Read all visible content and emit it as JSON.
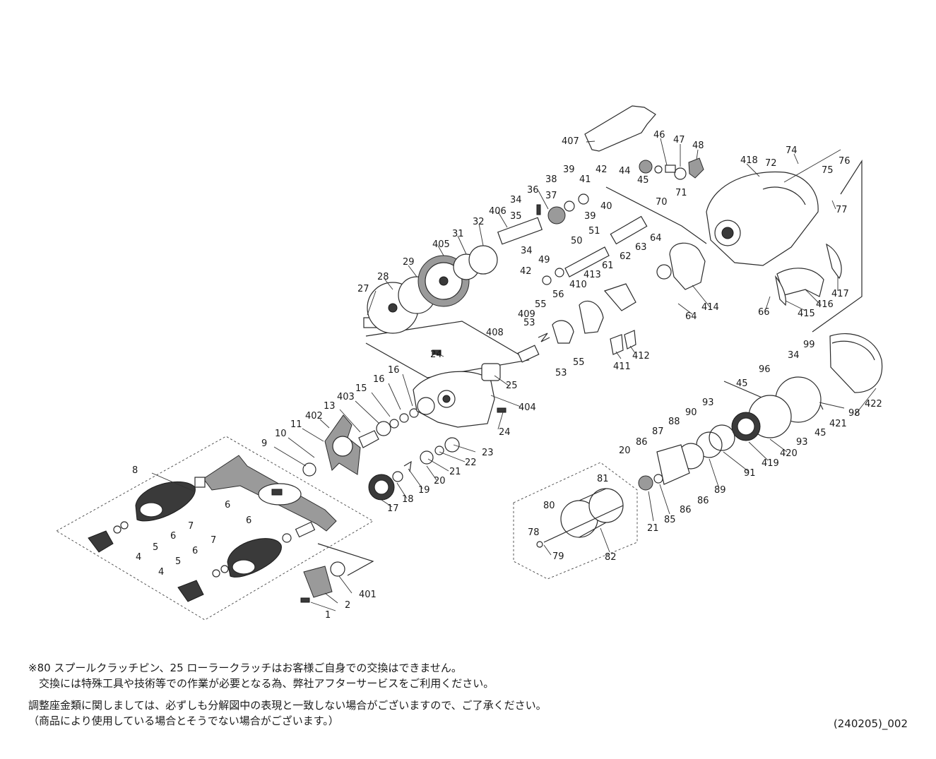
{
  "notes": {
    "line1": "※80 スプールクラッチピン、25 ローラークラッチはお客様ご自身での交換はできません。",
    "line2": "交換には特殊工具や技術等での作業が必要となる為、弊社アフターサービスをご利用ください。",
    "line3": "調整座金類に関しましては、必ずしも分解図中の表現と一致しない場合がございますので、ご了承ください。",
    "line4": "（商品により使用している場合とそうでない場合がございます。）"
  },
  "version_code": "(240205)_002",
  "part_numbers": [
    "1",
    "2",
    "4",
    "5",
    "6",
    "7",
    "8",
    "9",
    "10",
    "11",
    "13",
    "15",
    "16",
    "17",
    "18",
    "19",
    "20",
    "21",
    "22",
    "23",
    "24",
    "25",
    "27",
    "28",
    "29",
    "31",
    "32",
    "34",
    "35",
    "36",
    "37",
    "38",
    "39",
    "40",
    "41",
    "42",
    "44",
    "45",
    "46",
    "47",
    "48",
    "49",
    "50",
    "51",
    "53",
    "55",
    "56",
    "61",
    "62",
    "63",
    "64",
    "66",
    "70",
    "71",
    "72",
    "74",
    "75",
    "76",
    "77",
    "78",
    "79",
    "80",
    "81",
    "82",
    "85",
    "86",
    "87",
    "88",
    "89",
    "90",
    "91",
    "93",
    "96",
    "98",
    "99",
    "401",
    "402",
    "403",
    "404",
    "405",
    "406",
    "407",
    "408",
    "409",
    "410",
    "411",
    "412",
    "413",
    "414",
    "415",
    "416",
    "417",
    "418",
    "419",
    "420",
    "421",
    "422"
  ]
}
